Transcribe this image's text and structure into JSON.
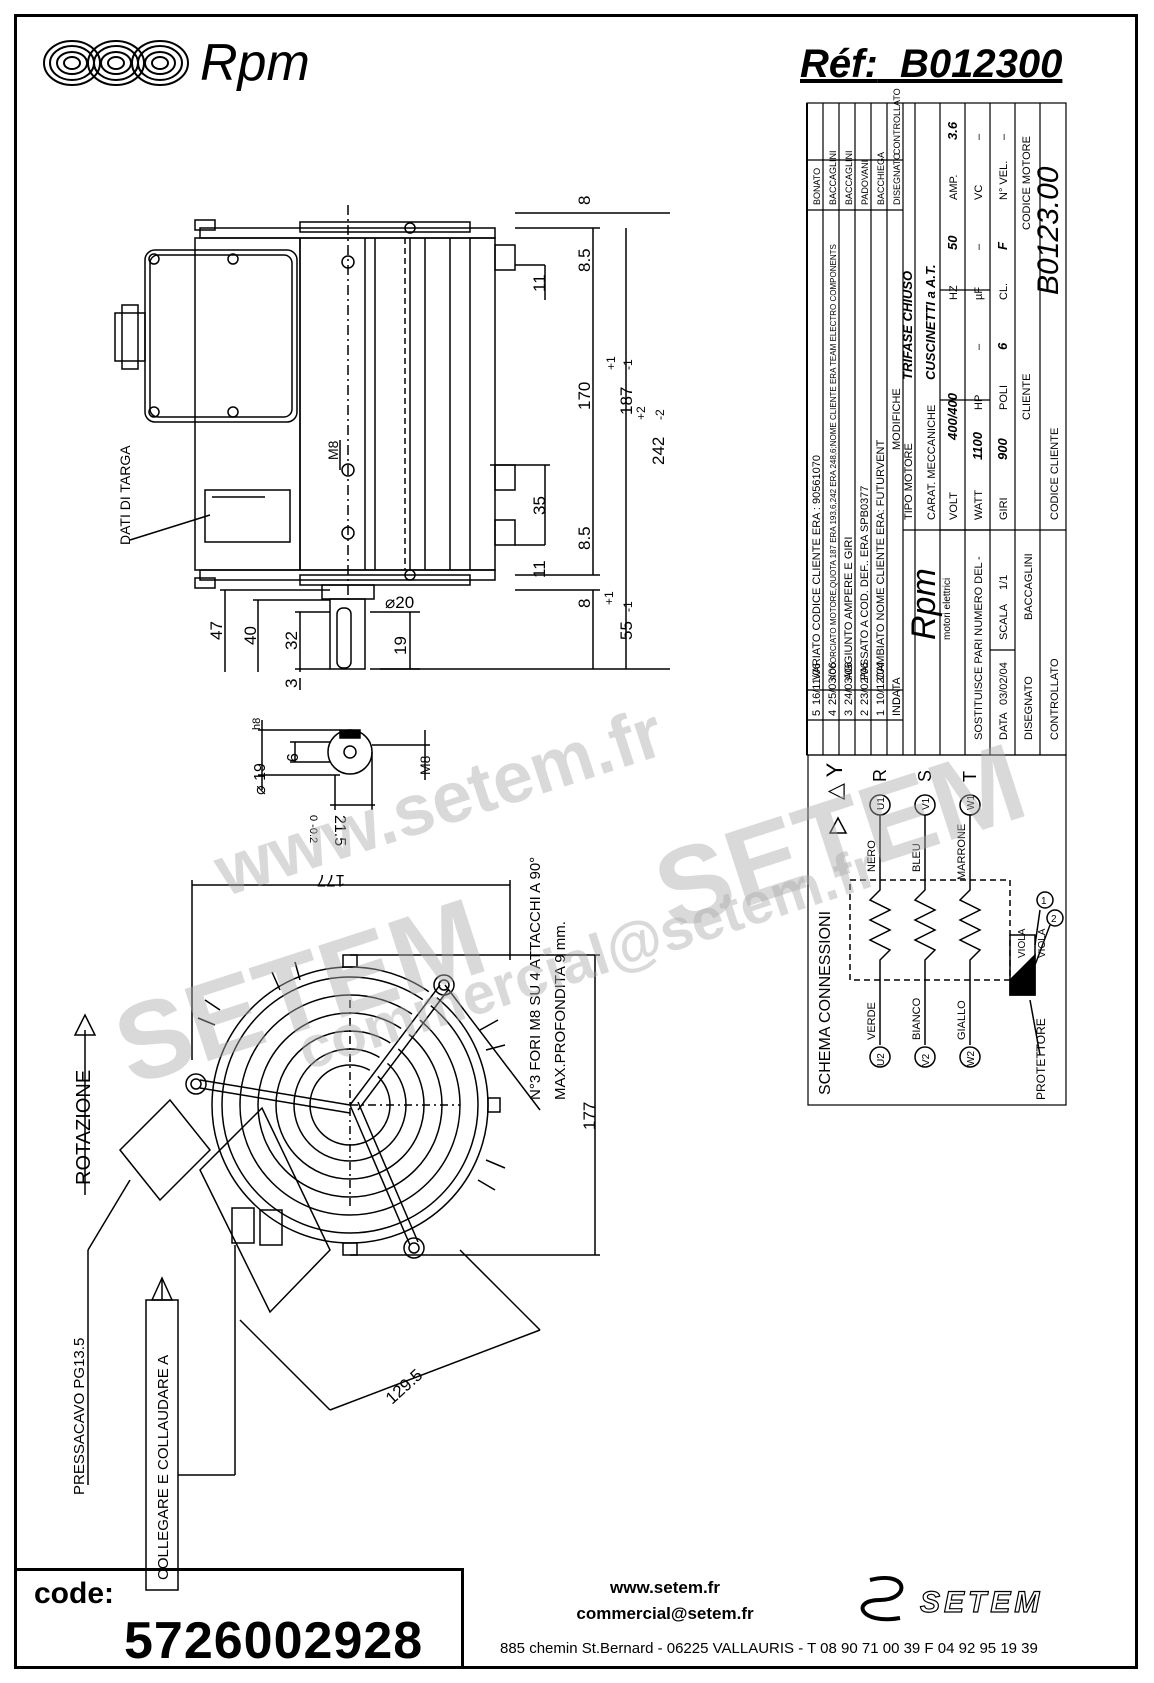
{
  "header": {
    "brand": "Rpm",
    "ref_label": "Réf:",
    "ref_value": "B012300"
  },
  "side_view": {
    "dims_right": [
      "8",
      "8.5",
      "11",
      "170",
      "+1",
      "187",
      "-1",
      "+2",
      "242",
      "-2",
      "8.5",
      "35",
      "11",
      "8",
      "+1",
      "55",
      "-1"
    ],
    "dims_bottom": [
      "47",
      "40",
      "32",
      "3",
      "19",
      "⌀20"
    ],
    "label_m8": "M8",
    "label_targa": "DATI DI TARGA"
  },
  "shaft_section": {
    "dia_label": "⌀ 19",
    "tol": "h8",
    "key": "6",
    "depth": "21.5",
    "depth_tol": "0\n-0.2",
    "thread": "M8"
  },
  "front_view": {
    "rotation": "ROTAZIONE",
    "dim_177_top": "177",
    "dim_177_right": "177",
    "dim_129": "129.5",
    "holes_note": "N°3 FORI M8 SU 4 ATTACCHI A 90°",
    "depth_note": "MAX.PROFONDITA 9 mm.",
    "pressacavo": "PRESSACAVO PG13.5",
    "collegare": "COLLEGARE E COLLAUDARE A"
  },
  "title_block": {
    "revisions": [
      {
        "n": "5",
        "date": "16/11/06",
        "text": "VARIATO CODICE CLIENTE  ERA : 90561070",
        "who": "BONATO"
      },
      {
        "n": "4",
        "date": "25/03/06",
        "text": "ACCORCIATO MOTORE,QUOTA 187 ERA 193,6,242 ERA 248,6;NOME CLIENTE ERA TEAM ELECTRO COMPONENTS",
        "who": "BACCAGLINI"
      },
      {
        "n": "3",
        "date": "24/03/06",
        "text": "AGGIUNTO AMPERE E GIRI",
        "who": "BACCAGLINI"
      },
      {
        "n": "2",
        "date": "23/02/06",
        "text": "PASSATO A COD. DEF.. ERA SPB0377",
        "who": "PADOVANI"
      },
      {
        "n": "1",
        "date": "10/12/04",
        "text": "CAMBIATO NOME CLIENTE ERA: FUTURVENT",
        "who": "BACCHIEGA"
      }
    ],
    "rev_header": {
      "n": "IND",
      "date": "DATA",
      "text": "MODIFICHE",
      "who1": "DISEGNATO",
      "who2": "CONTROLLATO"
    },
    "brand": "Rpm",
    "brand_sub": "motori elettrici",
    "tipo_label": "TIPO MOTORE",
    "tipo_value": "TRIFASE CHIUSO",
    "carat_label": "CARAT. MECCANICHE",
    "carat_value": "CUSCINETTI a A.T.",
    "volt_label": "VOLT",
    "volt": "400/400",
    "hz_label": "HZ",
    "hz": "50",
    "amp_label": "AMP.",
    "amp": "3.6",
    "watt_label": "WATT",
    "watt": "1100",
    "hp_label": "HP",
    "hp": "–",
    "uf_label": "µF",
    "uf": "–",
    "vc_label": "VC",
    "vc": "–",
    "giri_label": "GIRI",
    "giri": "900",
    "poli_label": "POLI",
    "poli": "6",
    "cl_label": "CL.",
    "cl": "F",
    "nvel_label": "N° VEL.",
    "nvel": "–",
    "sostituisce": "SOSTITUISCE PARI NUMERO DEL",
    "sostituisce_val": "-",
    "data_label": "DATA",
    "data": "03/02/04",
    "scala_label": "SCALA",
    "scala": "1/1",
    "cliente_label": "CLIENTE",
    "disegnato_label": "DISEGNATO",
    "disegnato": "BACCAGLINI",
    "controllato_label": "CONTROLLATO",
    "codice_cliente_label": "CODICE CLIENTE",
    "codice_motore_label": "CODICE MOTORE",
    "codice_motore": "B0123.00"
  },
  "schema": {
    "title": "SCHEMA CONNESSIONI",
    "symbols": "△  Y",
    "phases": [
      {
        "top": "U1",
        "phase": "R",
        "color": "NERO",
        "bottom": "U2",
        "bottom_color": "VERDE"
      },
      {
        "top": "V1",
        "phase": "S",
        "color": "BLEU",
        "bottom": "V2",
        "bottom_color": "BIANCO"
      },
      {
        "top": "W1",
        "phase": "T",
        "color": "MARRONE",
        "bottom": "W2",
        "bottom_color": "GIALLO"
      }
    ],
    "protettore": "PROTETTORE",
    "viola1": "VIOLA",
    "viola2": "VIOLA",
    "p1": "1",
    "p2": "2"
  },
  "watermarks": [
    "www.setem.fr",
    "SETEM",
    "SETEM",
    "commercial@setem.fr"
  ],
  "footer": {
    "code_label": "code:",
    "code_value": "5726002928",
    "web": "www.setem.fr",
    "email": "commercial@setem.fr",
    "address": "885 chemin St.Bernard  -  06225 VALLAURIS  -  T 08 90 71 00 39   F 04 92 95 19 39",
    "setem_logo": "SETEM"
  }
}
